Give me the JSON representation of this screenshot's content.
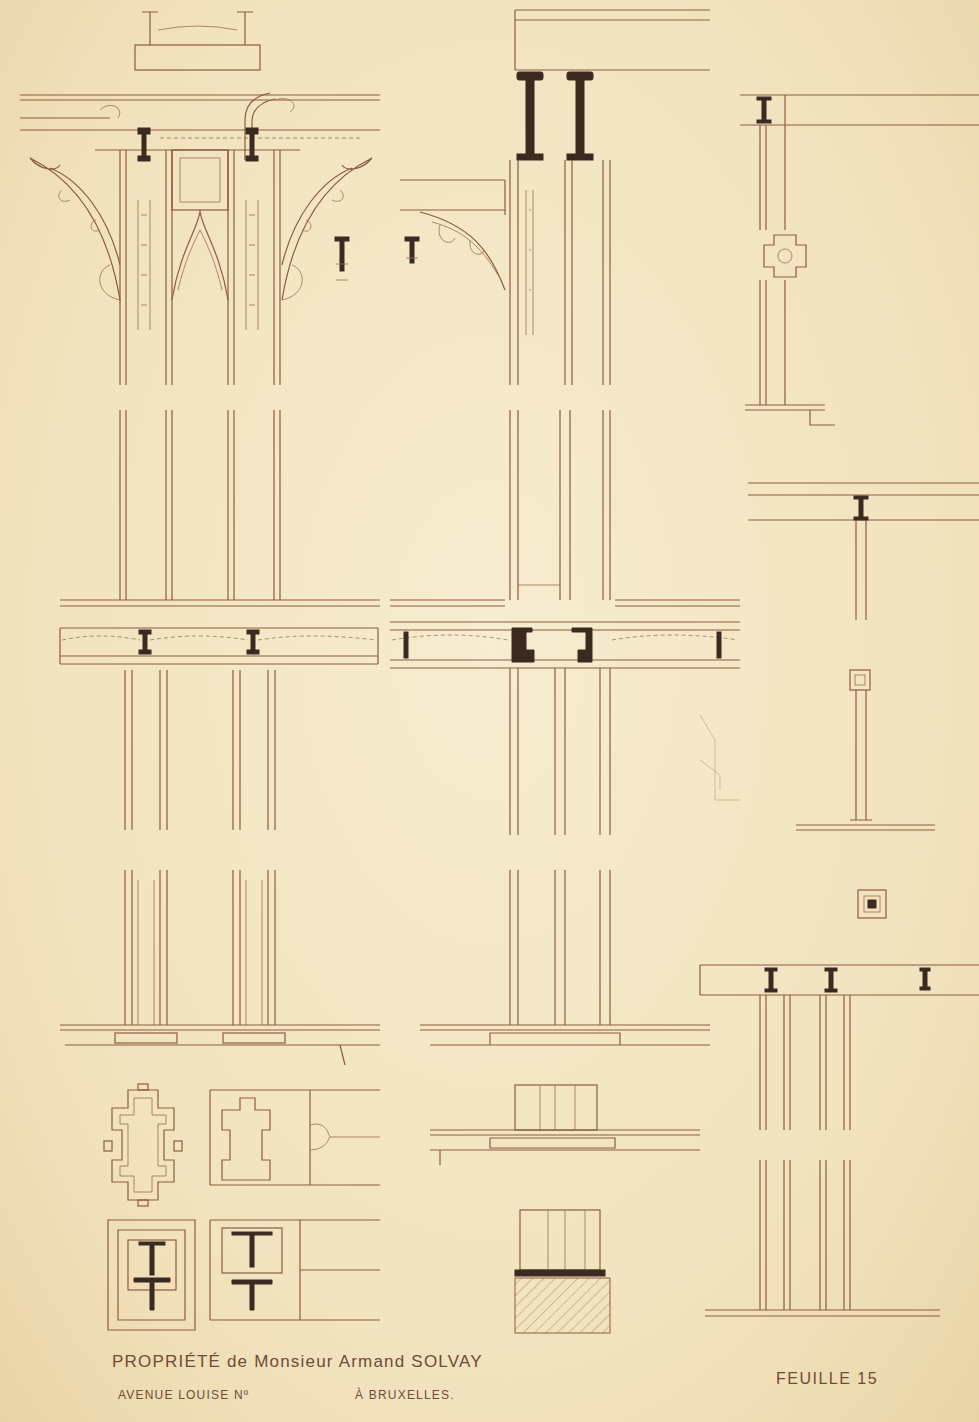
{
  "diagram": {
    "title": "PROPRIÉTÉ de Monsieur Armand SOLVAY",
    "labels": [
      "AVENUE LOUISE Nº",
      "À BRUXELLES.",
      "FEUILLE 15"
    ]
  }
}
